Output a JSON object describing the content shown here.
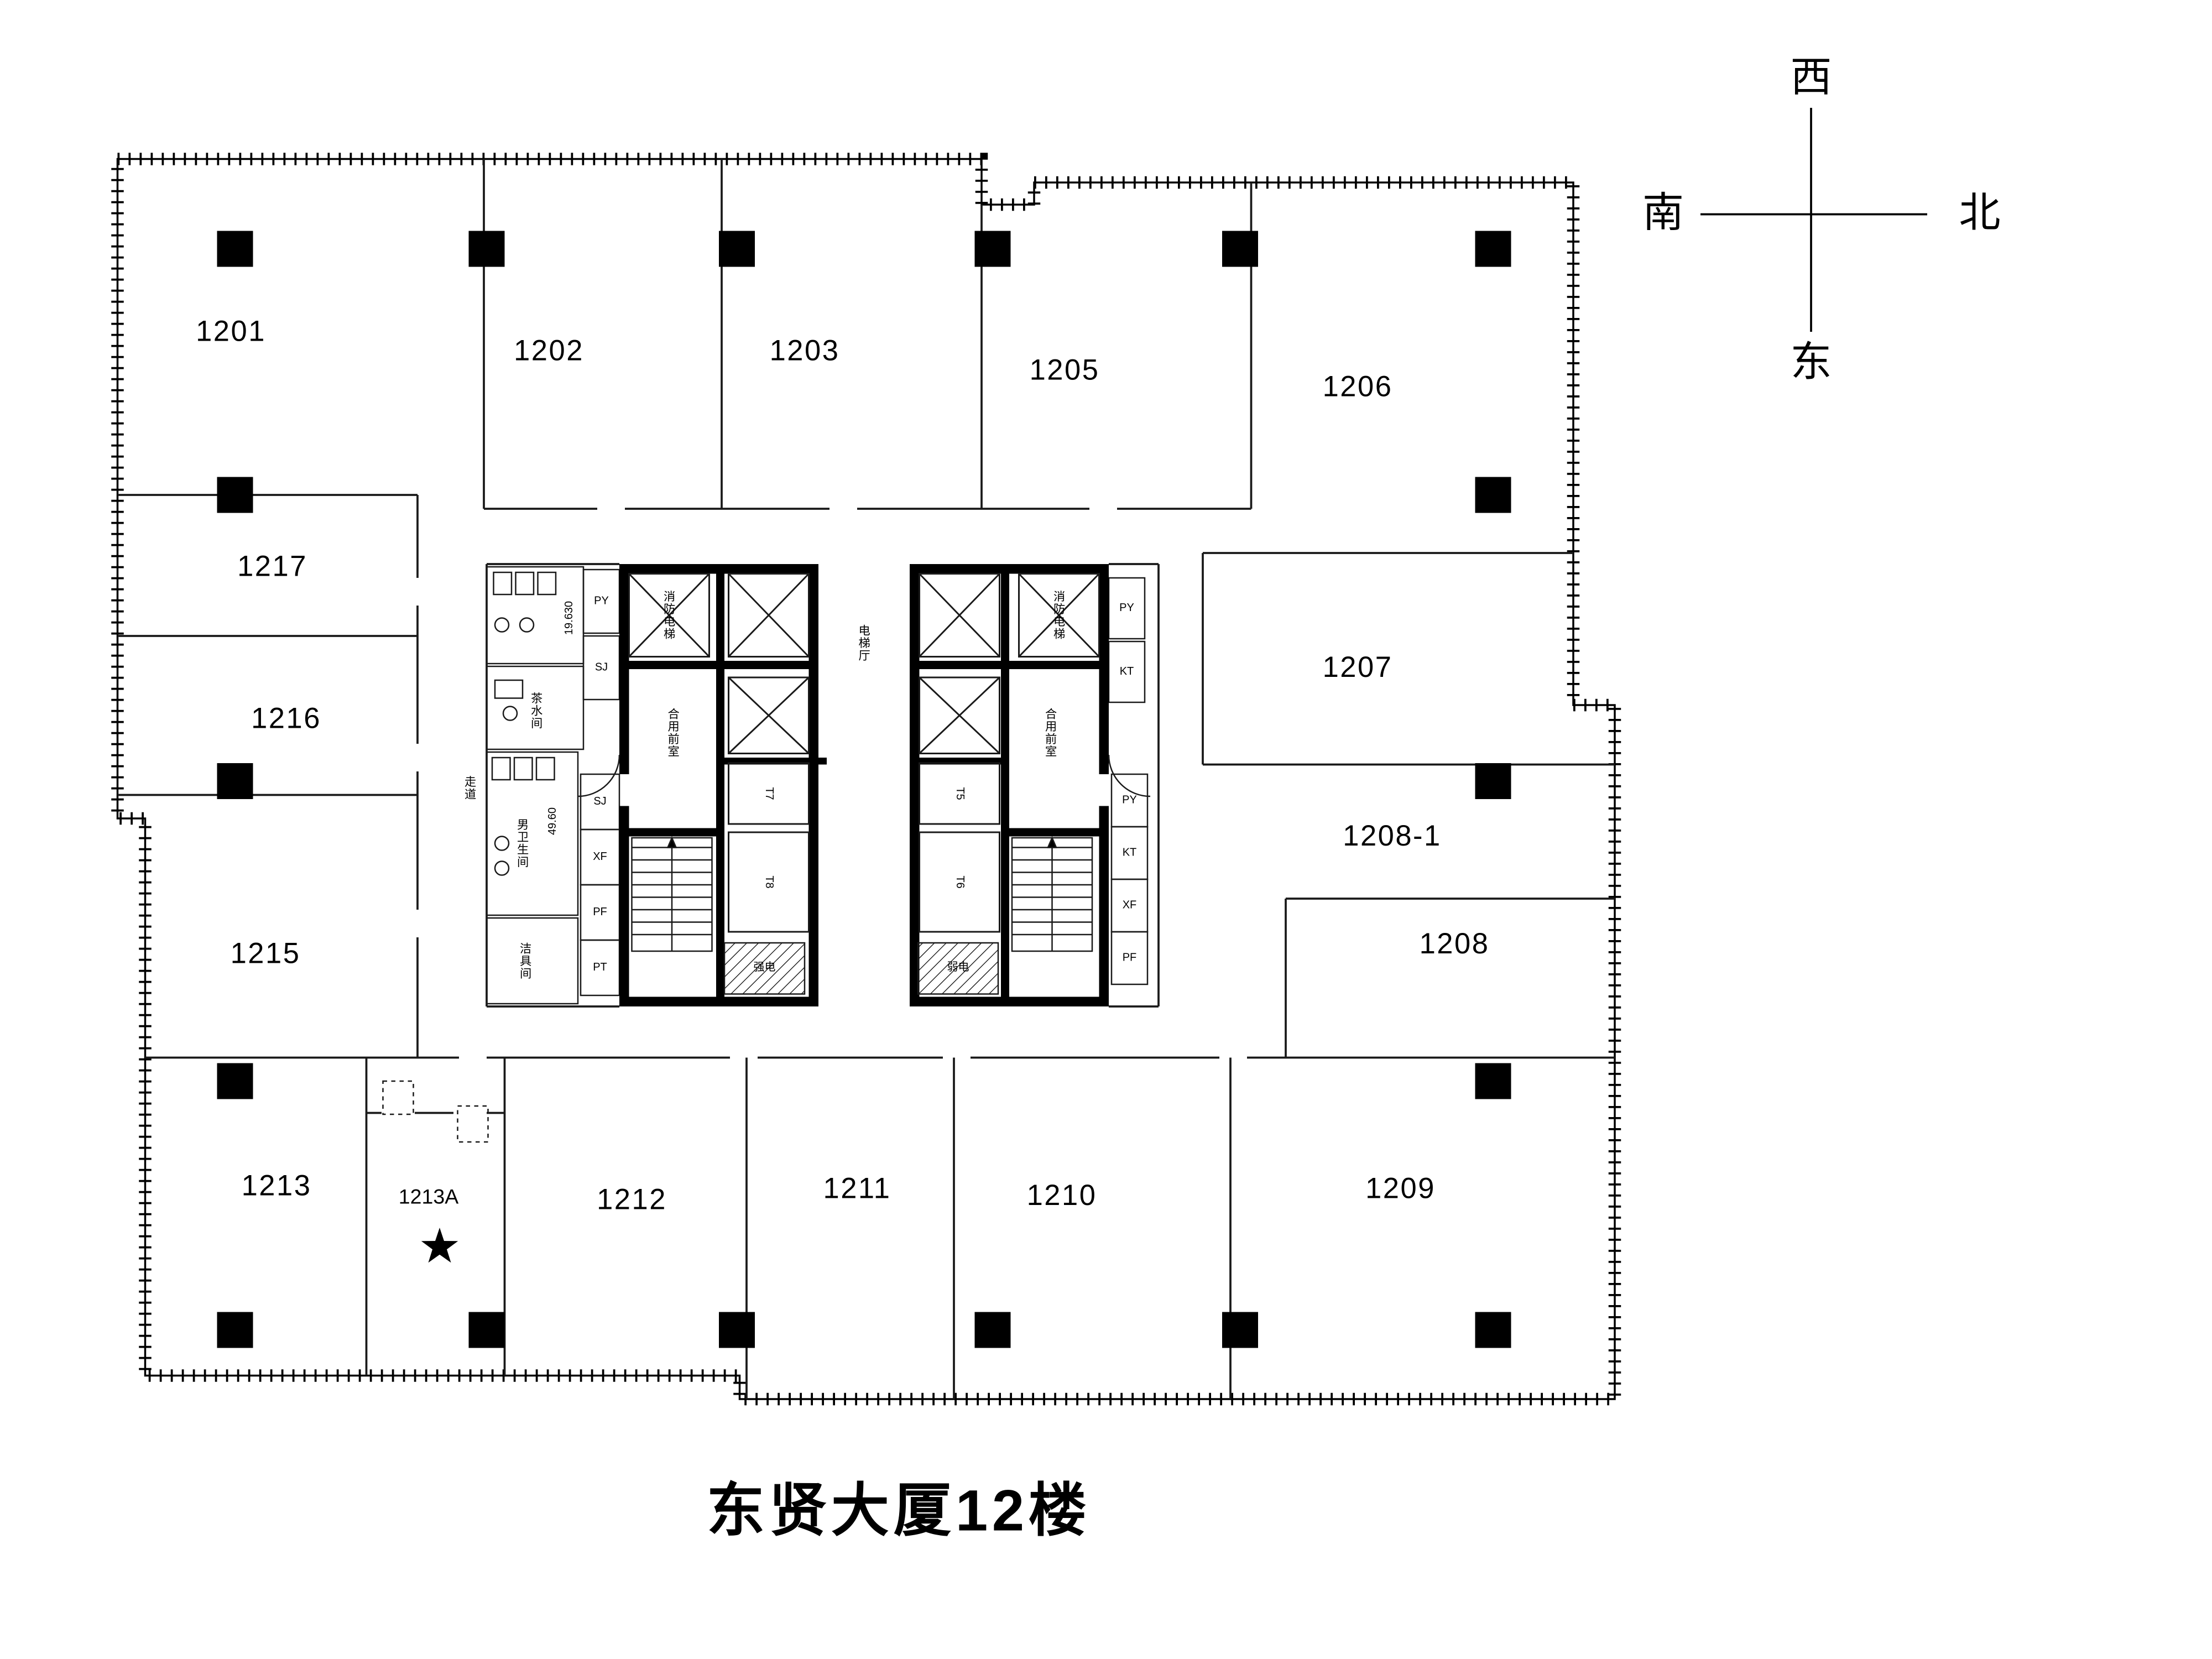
{
  "title": "东贤大厦12楼",
  "compass": {
    "top": "西",
    "bottom": "东",
    "left": "南",
    "right": "北"
  },
  "rooms": {
    "r1201": "1201",
    "r1202": "1202",
    "r1203": "1203",
    "r1205": "1205",
    "r1206": "1206",
    "r1207": "1207",
    "r1208_1": "1208-1",
    "r1208": "1208",
    "r1209": "1209",
    "r1210": "1210",
    "r1211": "1211",
    "r1212": "1212",
    "r1213": "1213",
    "r1213a": "1213A",
    "r1215": "1215",
    "r1216": "1216",
    "r1217": "1217"
  },
  "core": {
    "elevator_hall": "电梯厅",
    "shared_front_left": "合用前室",
    "shared_front_right": "合用前室",
    "fire_elevator_left": "消防电梯",
    "fire_elevator_right": "消防电梯",
    "t5": "T5",
    "t6": "T6",
    "t7": "T7",
    "t8": "T8",
    "strong_power": "强电",
    "weak_power": "弱电",
    "mens_toilet": "男卫生间",
    "tea_room": "茶水间",
    "cleaning_room": "洁具间",
    "corridor": "走道",
    "level_a": "19.630",
    "level_b": "49.60",
    "shafts_left": [
      "PY",
      "SJ",
      "SJ",
      "XF",
      "PF",
      "PT"
    ],
    "shafts_right": [
      "PY",
      "KT",
      "PY",
      "KT",
      "XF",
      "PF"
    ]
  }
}
